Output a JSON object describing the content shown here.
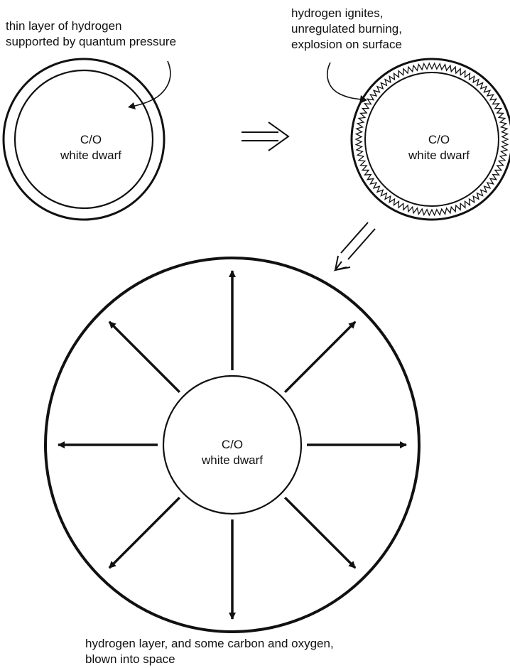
{
  "stage1": {
    "label_line1": "thin layer of hydrogen",
    "label_line2": "supported by quantum pressure",
    "core_line1": "C/O",
    "core_line2": "white dwarf"
  },
  "stage2": {
    "label_line1": "hydrogen ignites,",
    "label_line2": "unregulated burning,",
    "label_line3": "explosion on surface",
    "core_line1": "C/O",
    "core_line2": "white dwarf"
  },
  "stage3": {
    "core_line1": "C/O",
    "core_line2": "white dwarf",
    "caption_line1": "hydrogen layer, and some carbon and oxygen,",
    "caption_line2": "blown into space"
  },
  "colors": {
    "ink": "#111111",
    "background": "#ffffff"
  }
}
